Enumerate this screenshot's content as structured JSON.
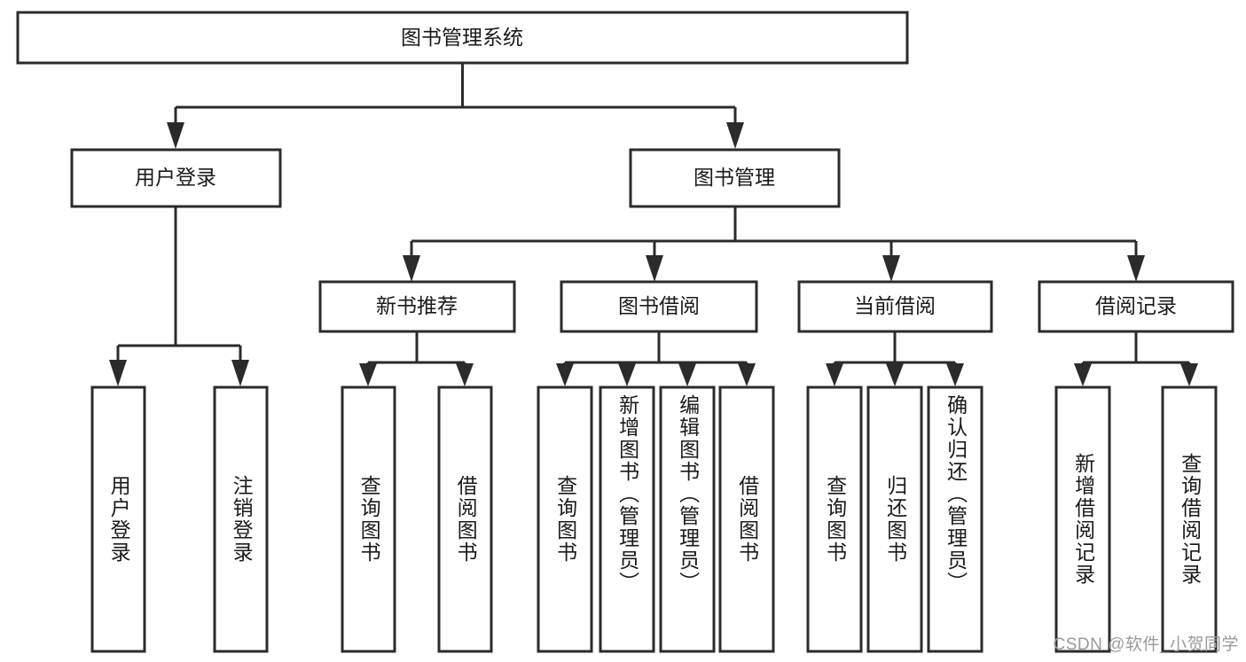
{
  "diagram": {
    "title": "图书管理系统",
    "type": "tree-hierarchy",
    "watermark": "CSDN @软件_小贺同学",
    "root": {
      "label": "图书管理系统"
    },
    "level2": [
      {
        "label": "用户登录"
      },
      {
        "label": "图书管理"
      }
    ],
    "level3": [
      {
        "label": "新书推荐"
      },
      {
        "label": "图书借阅"
      },
      {
        "label": "当前借阅"
      },
      {
        "label": "借阅记录"
      }
    ],
    "leaves": {
      "user_login": [
        {
          "label": "用户登录"
        },
        {
          "label": "注销登录"
        }
      ],
      "new_book_recommend": [
        {
          "label": "查询图书"
        },
        {
          "label": "借阅图书"
        }
      ],
      "book_borrow": [
        {
          "label": "查询图书"
        },
        {
          "label": "新增图书（管理员）"
        },
        {
          "label": "编辑图书（管理员）"
        },
        {
          "label": "借阅图书"
        }
      ],
      "current_borrow": [
        {
          "label": "查询图书"
        },
        {
          "label": "归还图书"
        },
        {
          "label": "确认归还（管理员）"
        }
      ],
      "borrow_record": [
        {
          "label": "新增借阅记录"
        },
        {
          "label": "查询借阅记录"
        }
      ]
    },
    "colors": {
      "stroke": "#2b2b2b",
      "fill": "#ffffff",
      "text": "#1a1a1a",
      "watermark": "#9a9a9a"
    }
  }
}
